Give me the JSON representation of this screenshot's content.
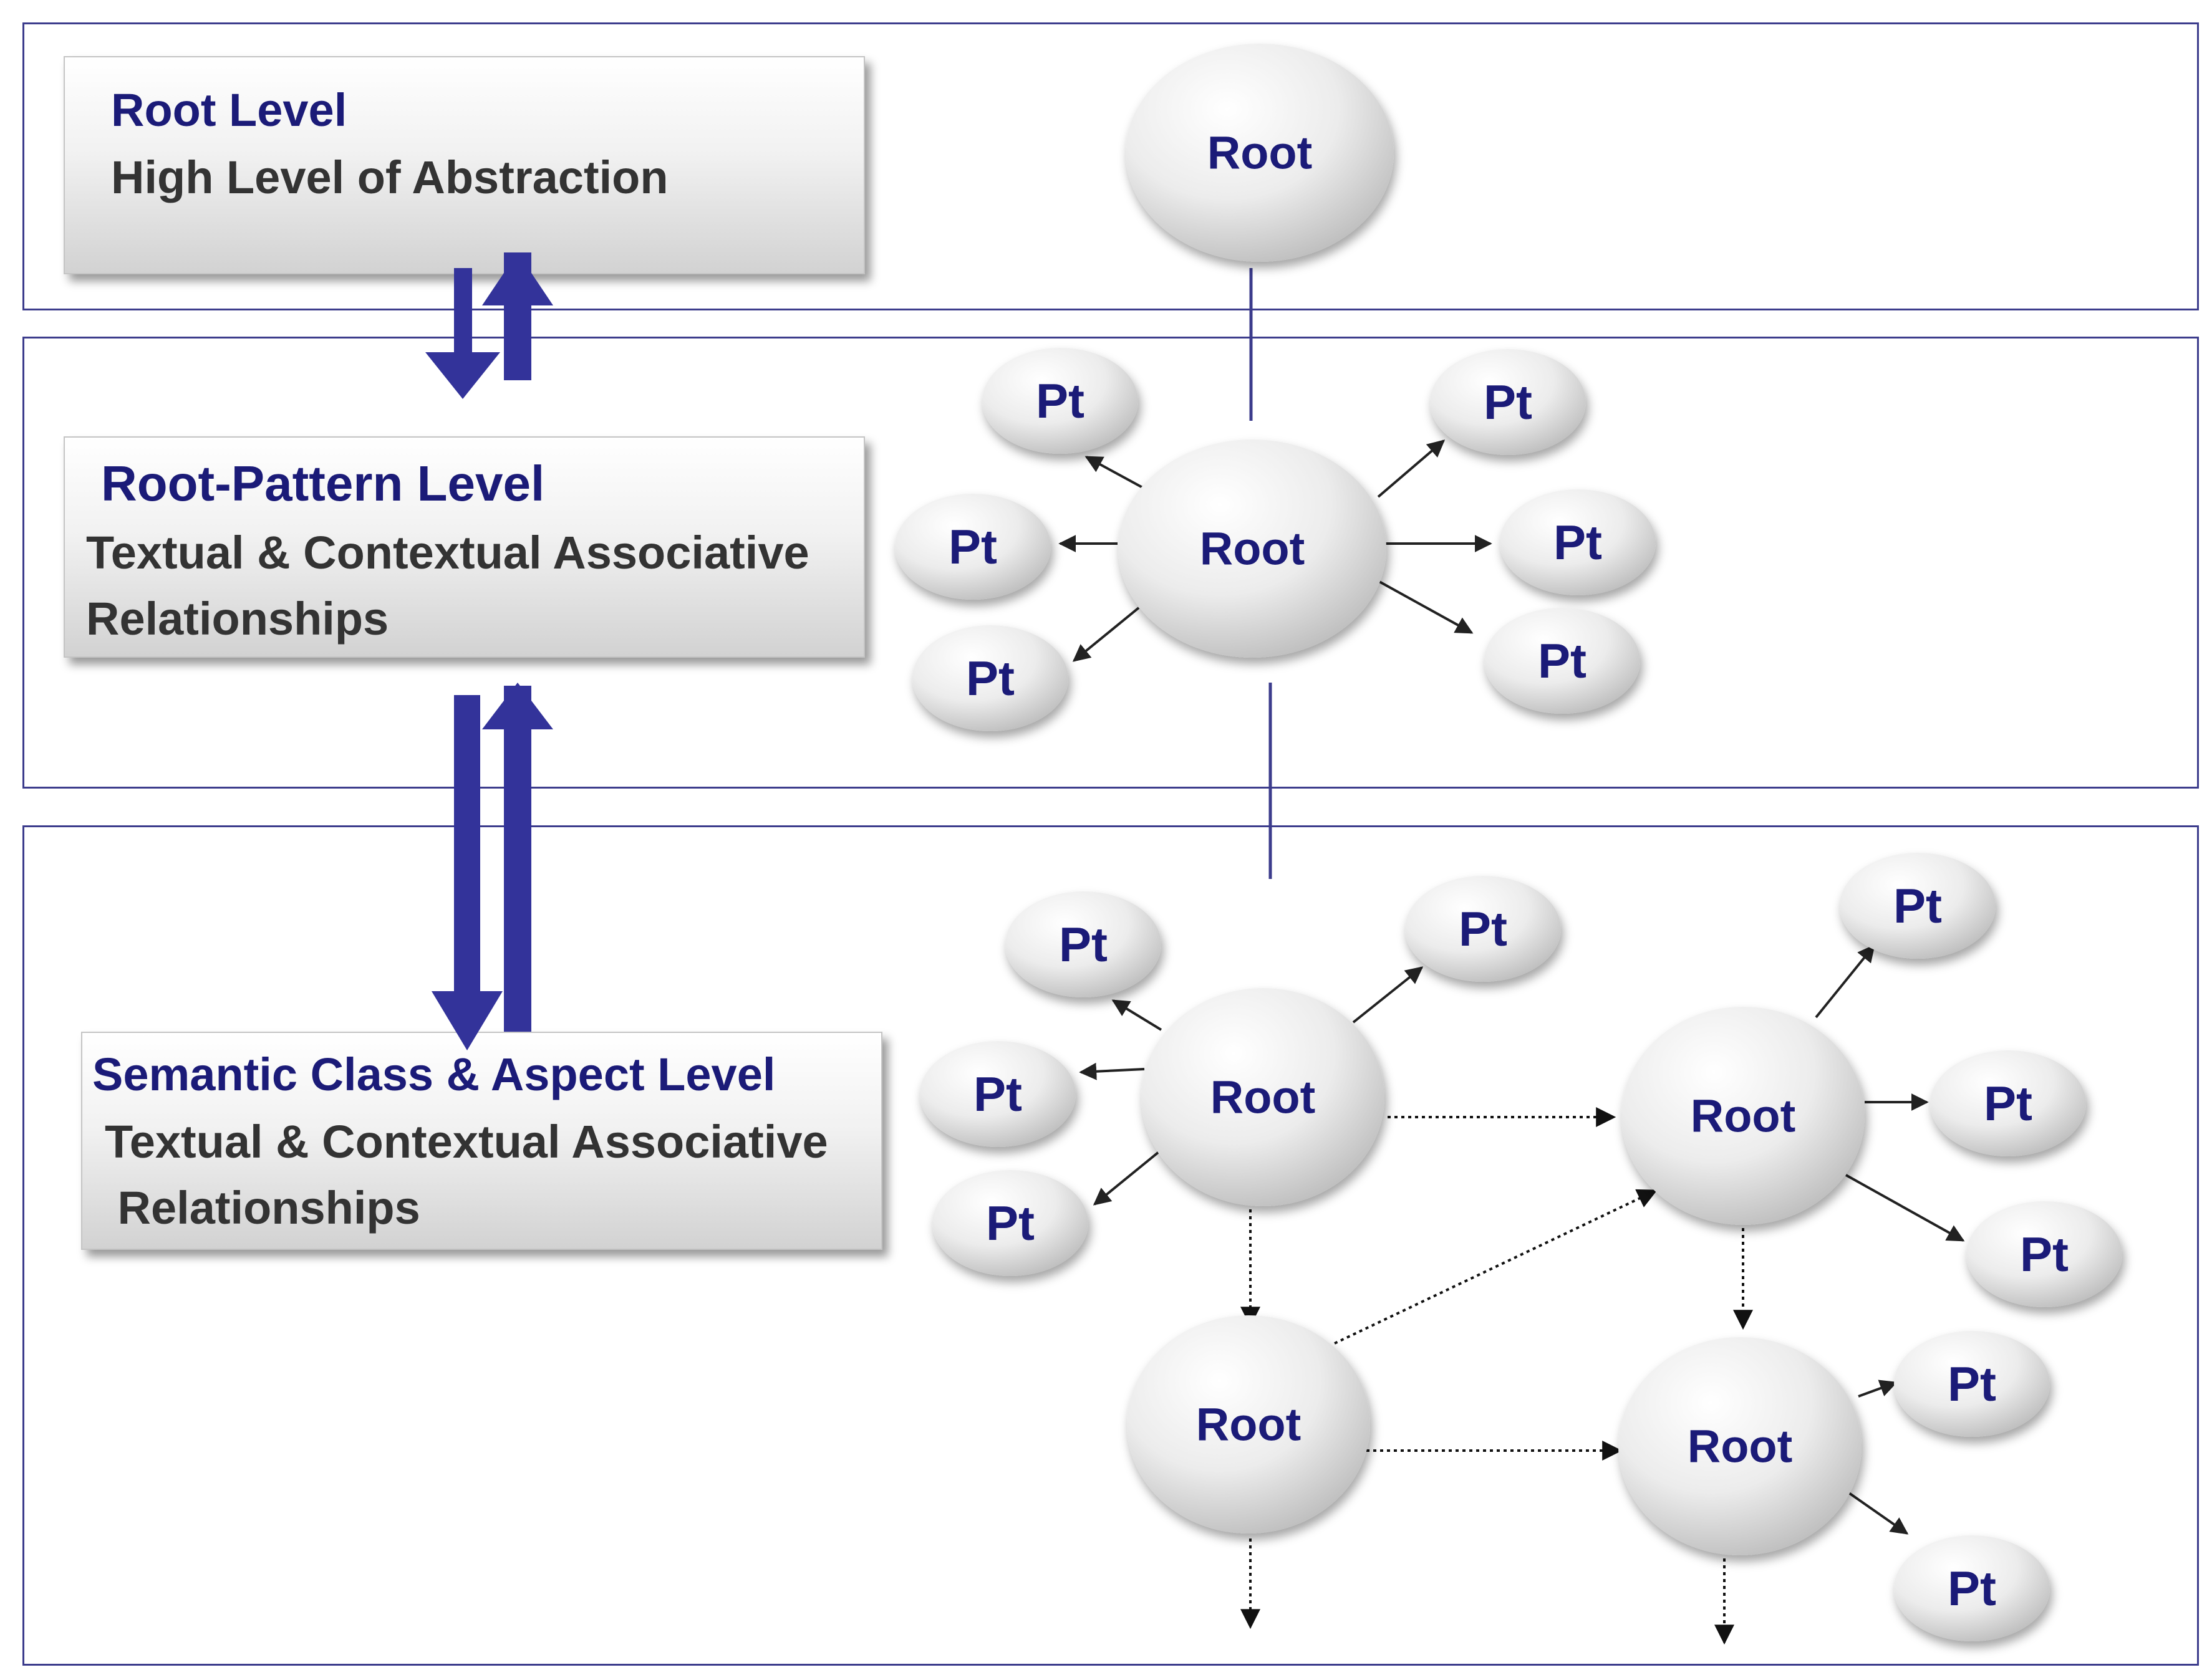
{
  "levels": [
    {
      "title": "Root Level",
      "desc_lines": [
        "High Level of Abstraction"
      ]
    },
    {
      "title": "Root-Pattern Level",
      "desc_lines": [
        "Textual & Contextual Associative",
        "Relationships"
      ]
    },
    {
      "title": "Semantic Class & Aspect Level",
      "desc_lines": [
        "Textual & Contextual Associative",
        " Relationships"
      ]
    }
  ],
  "node_labels": {
    "root": "Root",
    "pattern": "Pt"
  },
  "colors": {
    "border": "#3c3c8c",
    "arrow_fill": "#33339a",
    "node_text": "#1b1b78"
  }
}
